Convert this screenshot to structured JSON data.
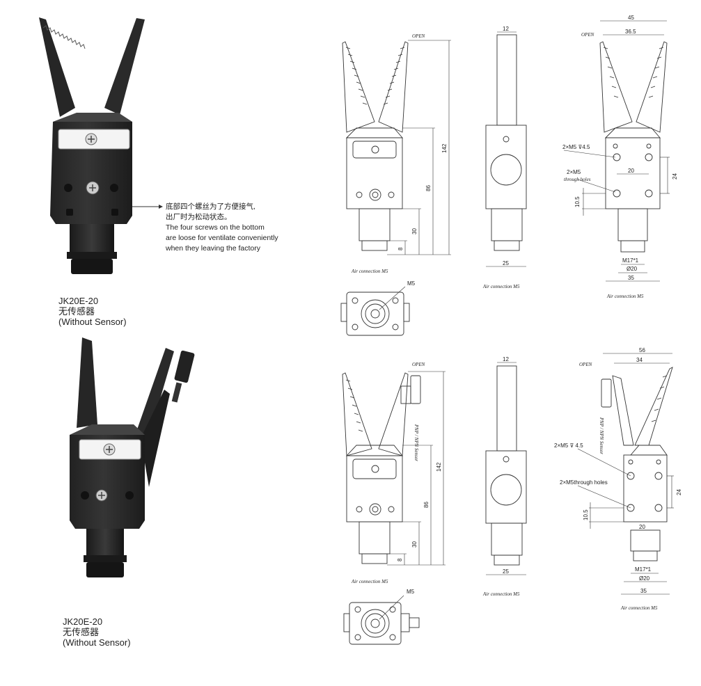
{
  "note": {
    "cn_line1": "底部四个螺丝为了方便接气,",
    "cn_line2": "出厂时为松动状态。",
    "en_line1": "The four screws on the bottom",
    "en_line2": "are loose for ventilate conveniently",
    "en_line3": "when they leaving the factory"
  },
  "product_top": {
    "model": "JK20E-20",
    "cn": "无传感器",
    "en": "(Without Sensor)"
  },
  "product_bottom": {
    "model": "JK20E-20",
    "cn": "无传感器",
    "en": "(Without Sensor)"
  },
  "drawing_top": {
    "open": "OPEN",
    "open_right": "OPEN",
    "d142": "142",
    "d86": "86",
    "d30": "30",
    "d8": "8",
    "air_front": "Air connection  M5",
    "m5": "M5",
    "d12": "12",
    "d25": "25",
    "air_side": "Air connection  M5",
    "d45": "45",
    "d36_5": "36.5",
    "thread_holes": "2×M5 ⊽4.5",
    "through": "2×M5",
    "through_label": "through holes",
    "d20": "20",
    "d24": "24",
    "d10_5": "10.5",
    "m17": "M17*1",
    "phi20": "Ø20",
    "d35": "35",
    "air_right": "Air connection  M5"
  },
  "drawing_bottom": {
    "open": "OPEN",
    "open_right": "OPEN",
    "sensor": "PNP / NPN Sensor",
    "sensor_right": "PNP / NPN Sensor",
    "d142": "142",
    "d86": "86",
    "d30": "30",
    "d8": "8",
    "air_front": "Air connection  M5",
    "m5": "M5",
    "d12": "12",
    "d25": "25",
    "air_side": "Air connection  M5",
    "d56": "56",
    "d34": "34",
    "thread_holes": "2×M5  ⊽  4.5",
    "through": "2×M5through holes",
    "d20": "20",
    "d24": "24",
    "d10_5": "10.5",
    "m17": "M17*1",
    "phi20": "Ø20",
    "d35": "35",
    "air_right": "Air connection  M5"
  }
}
